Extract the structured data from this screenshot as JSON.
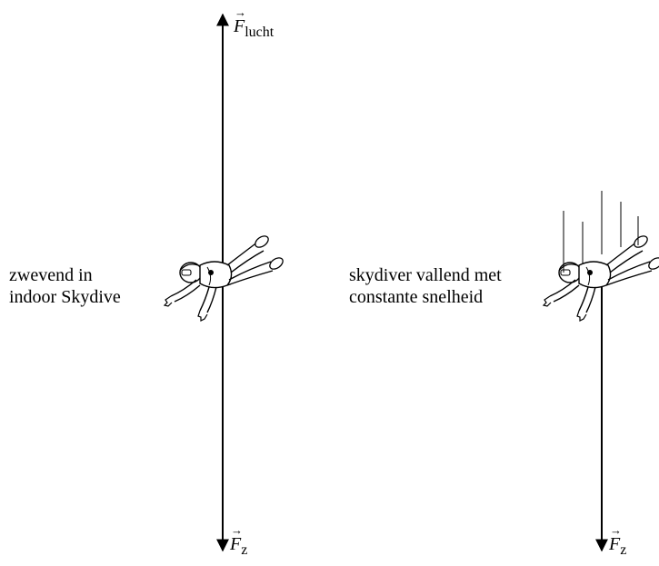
{
  "left": {
    "caption_line1": "zwevend in",
    "caption_line2": "indoor Skydive",
    "force_up_symbol": "F",
    "force_up_subscript": "lucht",
    "force_down_symbol": "F",
    "force_down_subscript": "z"
  },
  "right": {
    "caption_line1": "skydiver vallend met",
    "caption_line2": "constante snelheid",
    "force_down_symbol": "F",
    "force_down_subscript": "z"
  }
}
